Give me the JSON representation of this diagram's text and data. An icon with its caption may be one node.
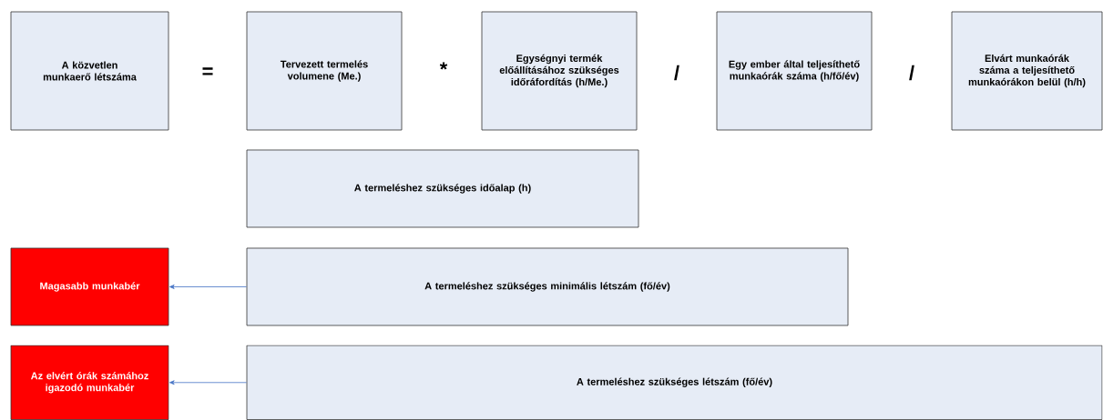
{
  "diagram": {
    "nodes": [
      {
        "text": [
          "A közvetlen munkaerő létszáma"
        ]
      },
      {
        "text": [
          "Tervezett termelés volumene (Me.)"
        ]
      },
      {
        "text": [
          "Egységnyi termék előállításához szükséges időráfordítás (h/Me.)"
        ]
      },
      {
        "text": [
          "Egy ember által teljesíthető munkaórák száma (h/fő/év)"
        ]
      },
      {
        "text": [
          "Elvárt munkaórák száma a teljesíthető munkaórákon belül (h/h)"
        ]
      },
      {
        "text": [
          "A termeléshez szükséges időalap (h)"
        ]
      },
      {
        "text": [
          "Magasabb munkabér"
        ]
      },
      {
        "text": [
          "A termeléshez szükséges minimális létszám (fő/év)"
        ]
      },
      {
        "text": [
          "Az elvért órák számához igazodó munkabér"
        ]
      },
      {
        "text": [
          "A termeléshez szükséges létszám (fő/év)"
        ]
      }
    ],
    "edges": [
      {
        "from": 7,
        "to": 6,
        "arrow": "to"
      },
      {
        "from": 9,
        "to": 8,
        "arrow": "to"
      }
    ],
    "labels": [
      "=",
      "*",
      "/",
      "/"
    ]
  }
}
